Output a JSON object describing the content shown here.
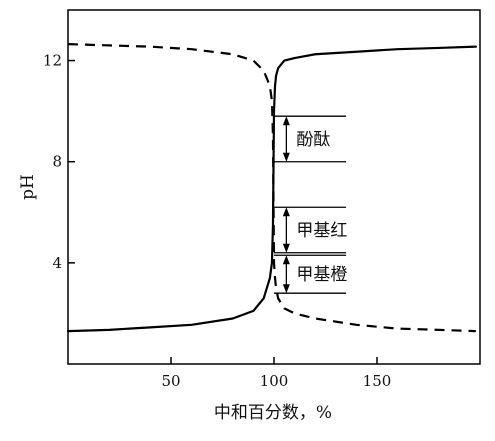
{
  "chart_data": {
    "type": "line",
    "title": "",
    "xlabel": "中和百分数，%",
    "ylabel": "pH",
    "xlim": [
      0,
      200
    ],
    "ylim": [
      0,
      14
    ],
    "x_ticks": [
      50,
      100,
      150
    ],
    "y_ticks": [
      4,
      8,
      12
    ],
    "x_tick_labels": [
      "50",
      "100",
      "150"
    ],
    "y_tick_labels": [
      "4",
      "8",
      "12"
    ],
    "grid": false,
    "series": [
      {
        "style": "solid",
        "color": "#000000",
        "x": [
          0,
          20,
          40,
          60,
          80,
          90,
          95,
          98,
          99,
          99.5,
          100,
          100.5,
          101,
          102,
          105,
          110,
          120,
          140,
          160,
          180,
          198
        ],
        "y": [
          1.3,
          1.35,
          1.45,
          1.55,
          1.8,
          2.1,
          2.6,
          3.4,
          4.0,
          5.5,
          10.0,
          11.0,
          11.4,
          11.7,
          12.0,
          12.1,
          12.25,
          12.35,
          12.45,
          12.5,
          12.55
        ]
      },
      {
        "style": "dashed",
        "color": "#000000",
        "x": [
          0,
          20,
          40,
          60,
          80,
          90,
          95,
          98,
          99,
          99.5,
          100,
          100.5,
          101,
          102,
          105,
          110,
          120,
          140,
          160,
          180,
          198
        ],
        "y": [
          12.65,
          12.6,
          12.55,
          12.45,
          12.25,
          12.0,
          11.6,
          11.0,
          10.4,
          9.0,
          4.0,
          3.4,
          3.0,
          2.6,
          2.2,
          2.0,
          1.8,
          1.55,
          1.4,
          1.35,
          1.3
        ]
      }
    ],
    "indicator_ranges": [
      {
        "label": "酚酞",
        "low": 8.0,
        "high": 9.8
      },
      {
        "label": "甲基红",
        "low": 4.4,
        "high": 6.2
      },
      {
        "label": "甲基橙",
        "low": 2.8,
        "high": 4.3
      }
    ],
    "indicator_line_x": [
      100,
      135
    ],
    "indicator_arrow_x": 106
  }
}
